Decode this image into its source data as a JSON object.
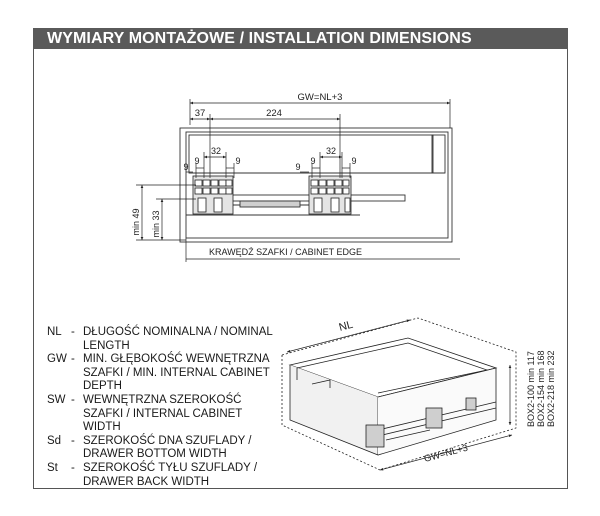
{
  "header": {
    "title": "WYMIARY MONTAŻOWE / INSTALLATION DIMENSIONS"
  },
  "top_drawing": {
    "overall_label": "GW=NL+3",
    "offset_label": "37",
    "span_label": "224",
    "gap_label": "32",
    "small_label": "9",
    "height_label_a": "min 49",
    "height_label_b": "min 33",
    "edge_label": "KRAWĘDŹ SZAFKI / CABINET EDGE"
  },
  "perspective_drawing": {
    "length_label": "NL",
    "depth_label": "GW=NL+3",
    "box_heights": [
      "BOX2-100 min 117",
      "BOX2-154 min 168",
      "BOX2-218 min 232"
    ]
  },
  "legend": [
    {
      "key": "NL",
      "line1": "DŁUGOŚĆ NOMINALNA / NOMINAL",
      "line2": "LENGTH"
    },
    {
      "key": "GW",
      "line1": "MIN. GŁĘBOKOŚĆ WEWNĘTRZNA",
      "line2": "SZAFKI / MIN. INTERNAL CABINET",
      "line3": "DEPTH"
    },
    {
      "key": "SW",
      "line1": "WEWNĘTRZNA SZEROKOŚĆ",
      "line2": "SZAFKI / INTERNAL CABINET",
      "line3": "WIDTH"
    },
    {
      "key": "Sd",
      "line1": "SZEROKOŚĆ DNA SZUFLADY /",
      "line2": "DRAWER BOTTOM WIDTH"
    },
    {
      "key": "St",
      "line1": "SZEROKOŚĆ TYŁU SZUFLADY /",
      "line2": "DRAWER BACK WIDTH"
    }
  ]
}
